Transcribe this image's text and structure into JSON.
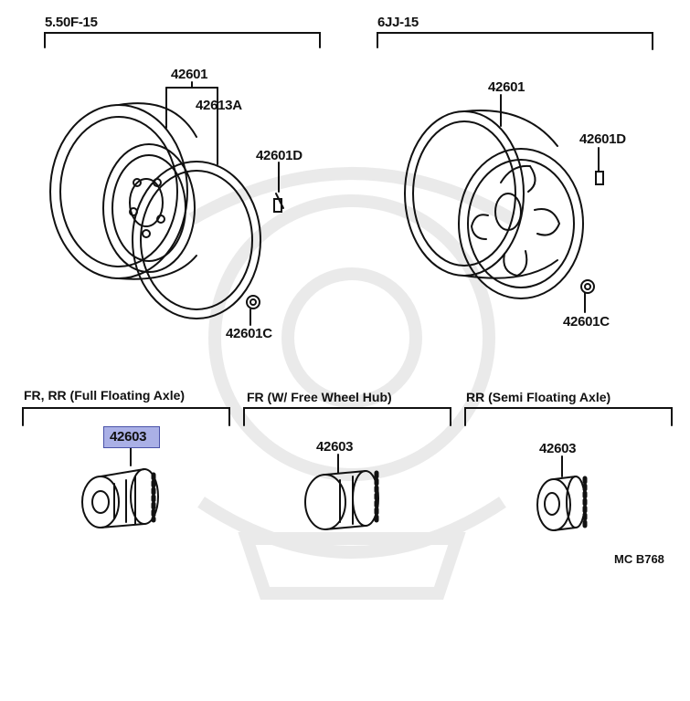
{
  "groups": {
    "left_wheel_title": "5.50F-15",
    "right_wheel_title": "6JJ-15",
    "hub_full_floating": "FR, RR (Full Floating Axle)",
    "hub_free_wheel": "FR (W/ Free Wheel Hub)",
    "hub_semi_floating": "RR (Semi Floating Axle)"
  },
  "callouts": {
    "left_wheel": "42601",
    "left_rim_ring": "42613A",
    "left_stud": "42601D",
    "left_nut": "42601C",
    "right_wheel": "42601",
    "right_stud": "42601D",
    "right_nut": "42601C",
    "cap_full_floating": "42603",
    "cap_free_wheel": "42603",
    "cap_semi_floating": "42603"
  },
  "highlight": {
    "part_number": "42603",
    "color": "#aab0e6"
  },
  "figure_code": "MC  B768"
}
